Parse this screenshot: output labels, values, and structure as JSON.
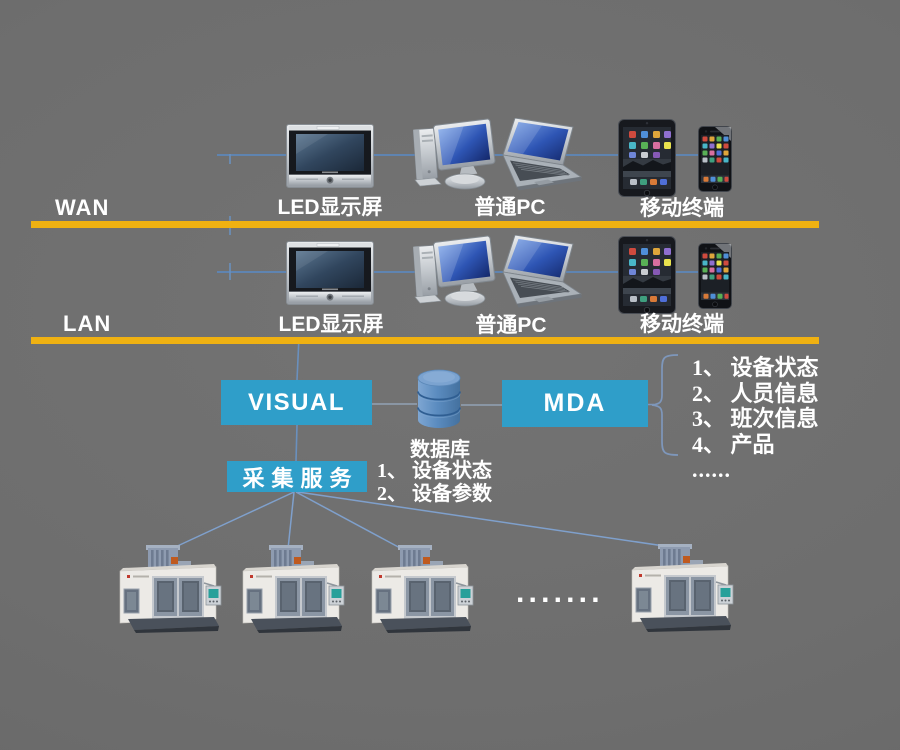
{
  "diagram": {
    "background_color": "#6e6e6e",
    "accent_yellow": "#EFB112",
    "box_blue": "#2F9EC9",
    "wan_row": {
      "network_label": "WAN",
      "led_label": "LED显示屏",
      "pc_label": "普通PC",
      "mobile_label": "移动终端"
    },
    "lan_row": {
      "network_label": "LAN",
      "led_label": "LED显示屏",
      "pc_label": "普通PC",
      "mobile_label": "移动终端"
    },
    "middle": {
      "visual_label": "VISUAL",
      "database_label": "数据库",
      "mda_label": "MDA",
      "collect_label": "采集服务",
      "mda_items": [
        "1、 设备状态",
        "2、 人员信息",
        "3、 班次信息",
        "4、 产品",
        "......"
      ],
      "collect_items": [
        "1、 设备状态",
        "2、 设备参数"
      ]
    },
    "bottom": {
      "machine_ellipsis": "......."
    }
  }
}
